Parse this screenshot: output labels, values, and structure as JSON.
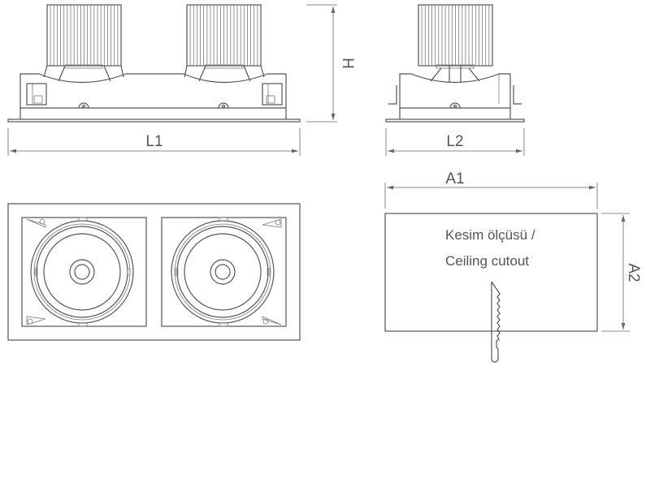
{
  "dimensions": {
    "l1": "L1",
    "l2": "L2",
    "h": "H",
    "a1": "A1",
    "a2": "A2"
  },
  "cutout": {
    "line1": "Kesim ölçüsü /",
    "line2": "Ceiling cutout"
  },
  "colors": {
    "stroke": "#555555",
    "background": "#ffffff"
  },
  "icons": {
    "saw": "jigsaw-blade-icon"
  }
}
